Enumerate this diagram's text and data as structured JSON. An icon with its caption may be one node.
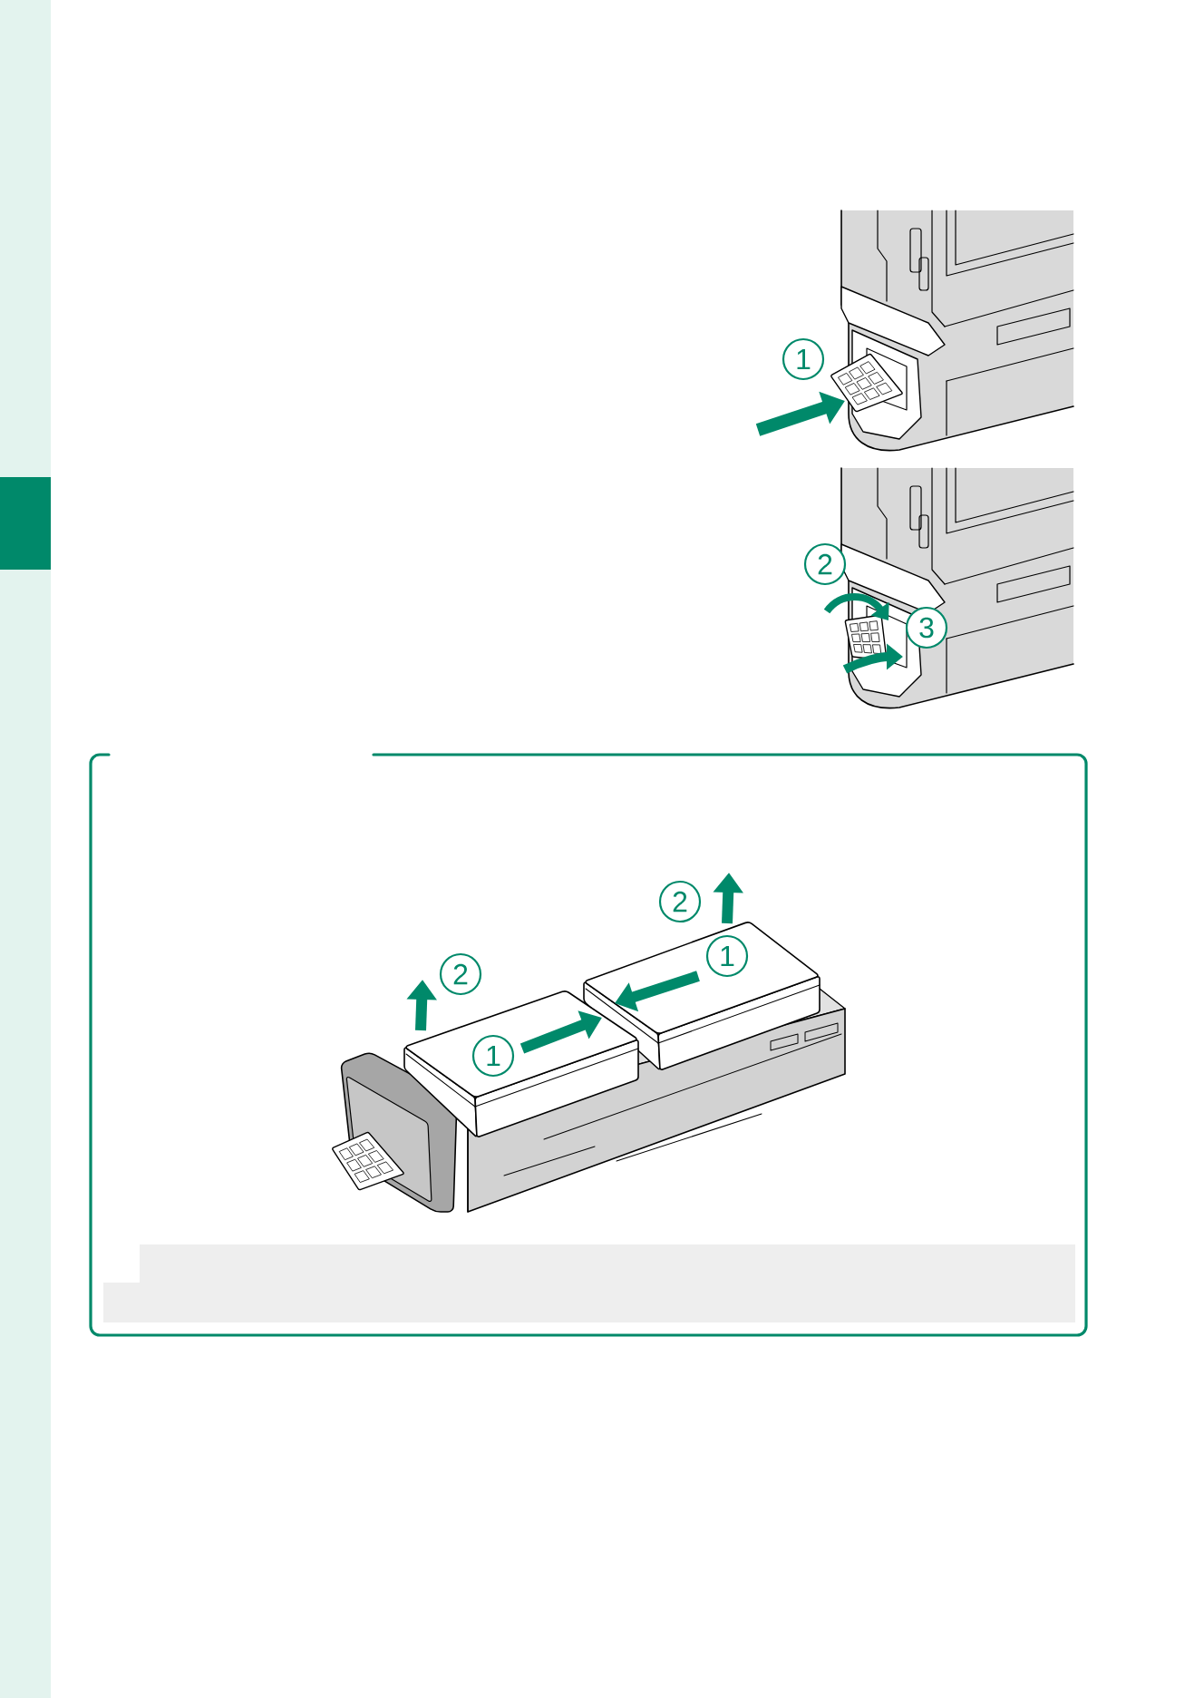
{
  "diagram": {
    "labels": [
      "1",
      "2",
      "3",
      "2",
      "1",
      "2",
      "1"
    ]
  }
}
